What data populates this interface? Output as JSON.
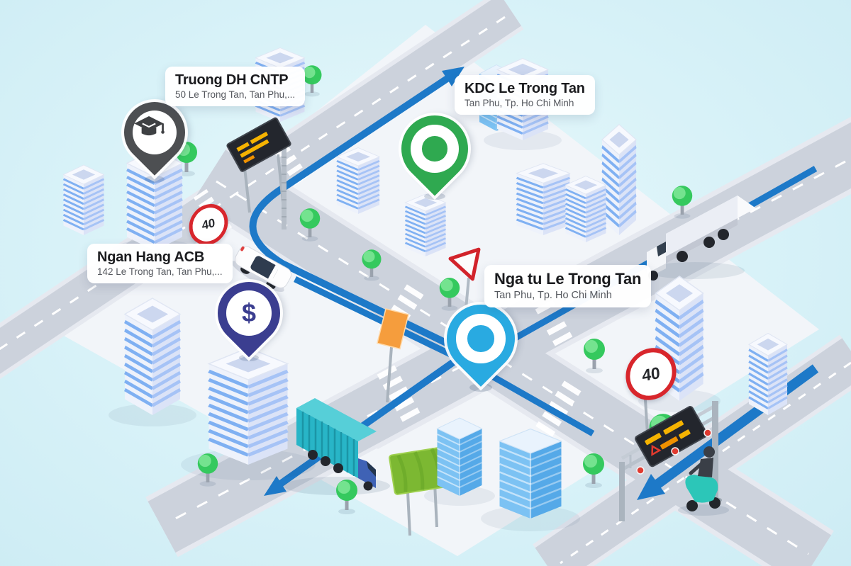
{
  "scene": {
    "background_color": "#d8f2f8",
    "route_color": "#1d79c8",
    "road_color": "#ccd2dc"
  },
  "labels": [
    {
      "id": "university",
      "title": "Truong DH CNTP",
      "subtitle": "50 Le Trong Tan, Tan Phu,..."
    },
    {
      "id": "kdc",
      "title": "KDC Le Trong Tan",
      "subtitle": "Tan Phu, Tp. Ho Chi Minh"
    },
    {
      "id": "bank",
      "title": "Ngan Hang ACB",
      "subtitle": "142 Le Trong Tan, Tan Phu,..."
    },
    {
      "id": "intersection",
      "title": "Nga tu Le Trong Tan",
      "subtitle": "Tan Phu, Tp. Ho Chi Minh"
    }
  ],
  "pins": {
    "university": {
      "icon": "graduation-cap",
      "color": "#4d4f52"
    },
    "kdc": {
      "icon": "green-dot",
      "color": "#2fa950"
    },
    "bank": {
      "icon": "dollar",
      "symbol": "$",
      "color": "#3b3e90"
    },
    "current": {
      "icon": "blue-dot",
      "color": "#29aae1"
    }
  },
  "traffic_signs": {
    "speed_limit_left": "40",
    "speed_limit_right": "40"
  }
}
